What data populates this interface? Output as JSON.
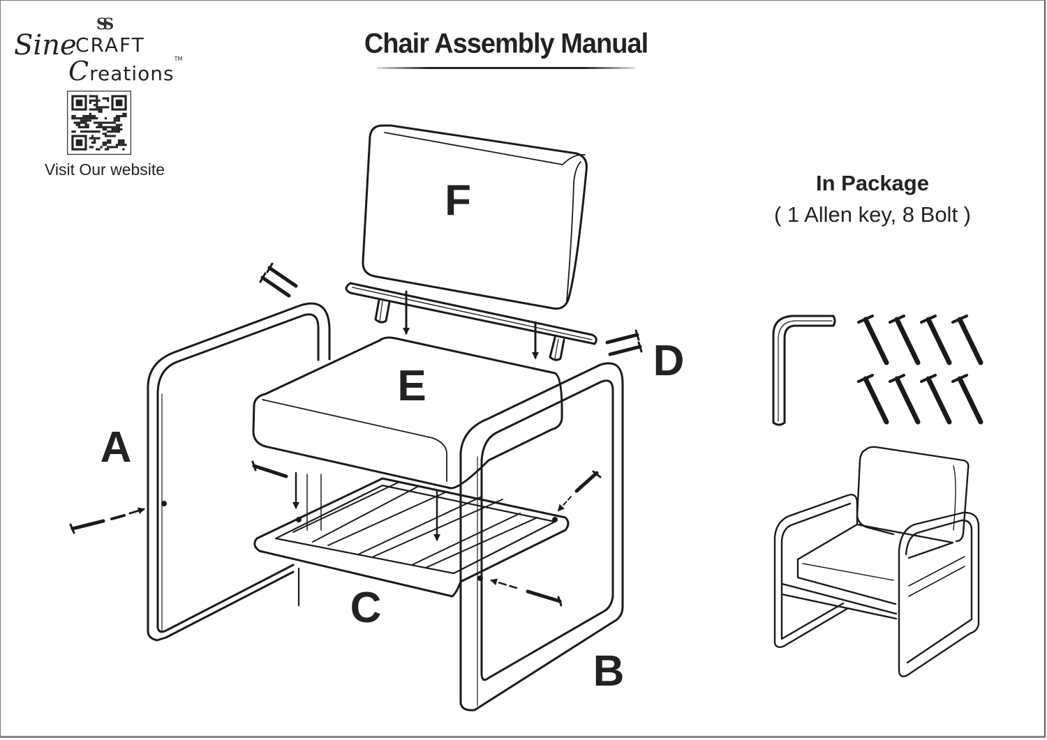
{
  "brand": {
    "monogram": "SS",
    "name_part1": "Sine",
    "name_part2": "CRAFT",
    "name_line2_initial": "C",
    "name_line2_rest": "reations",
    "trademark": "TM"
  },
  "qr_caption": "Visit Our website",
  "header": {
    "title": "Chair Assembly Manual"
  },
  "package": {
    "title": "In Package",
    "contents": "( 1 Allen key, 8 Bolt )",
    "allen_key_count": 1,
    "bolt_count": 8
  },
  "parts": {
    "A": "A",
    "B": "B",
    "C": "C",
    "D": "D",
    "E": "E",
    "F": "F"
  },
  "icons": {
    "qr": "qr-code-icon",
    "allen_key": "allen-key-icon",
    "bolt": "bolt-icon",
    "arrow": "arrow-icon",
    "assembled_chair": "assembled-chair-icon"
  },
  "colors": {
    "ink": "#222222",
    "background": "#ffffff",
    "border": "#777777"
  }
}
